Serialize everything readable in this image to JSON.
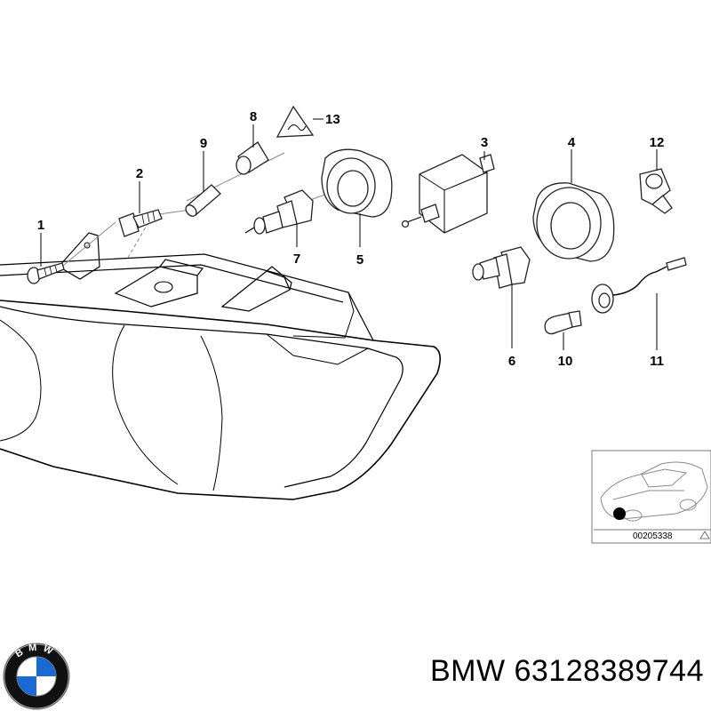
{
  "callouts": {
    "c1": "1",
    "c2": "2",
    "c3": "3",
    "c4": "4",
    "c5": "5",
    "c6": "6",
    "c7": "7",
    "c8": "8",
    "c9": "9",
    "c10": "10",
    "c11": "11",
    "c12": "12",
    "c13": "13"
  },
  "inset": {
    "ref_number": "00205338"
  },
  "caption": {
    "brand": "BMW",
    "part_number": "63128389744"
  },
  "logo": {
    "text": "BMW",
    "colors": {
      "blue": "#1c69d4",
      "ring": "#111111",
      "white": "#ffffff"
    }
  }
}
